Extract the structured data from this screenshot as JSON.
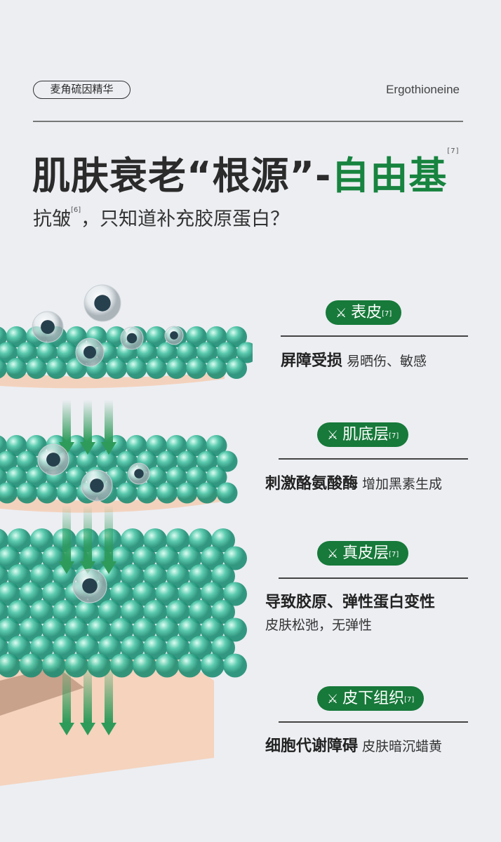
{
  "header": {
    "tag": "麦角硫因精华",
    "english": "Ergothioneine"
  },
  "title": {
    "main": "肌肤衰老“根源”-",
    "accent": "自由基",
    "ref": "[7]"
  },
  "subtitle": {
    "pre": "抗皱",
    "ref": "[6]",
    "post": "，只知道补充胶原蛋白？"
  },
  "layers": [
    {
      "name": "表皮",
      "ref": "[7]",
      "bold": "屏障受损",
      "desc": " 易晒伤、敏感"
    },
    {
      "name": "肌底层",
      "ref": "[7]",
      "bold": "刺激酪氨酸酶",
      "desc": " 增加黑素生成"
    },
    {
      "name": "真皮层",
      "ref": "[7]",
      "bold": "导致胶原、弹性蛋白变性",
      "desc": "皮肤松弛，无弹性"
    },
    {
      "name": "皮下组织",
      "ref": "[7]",
      "bold": "细胞代谢障碍",
      "desc": " 皮肤暗沉蜡黄"
    }
  ],
  "icon": "sword-cross-icon",
  "colors": {
    "accent": "#17843f",
    "pill": "#17793a",
    "bead": "#3fbfa0",
    "skin": "#f6d5c0"
  }
}
